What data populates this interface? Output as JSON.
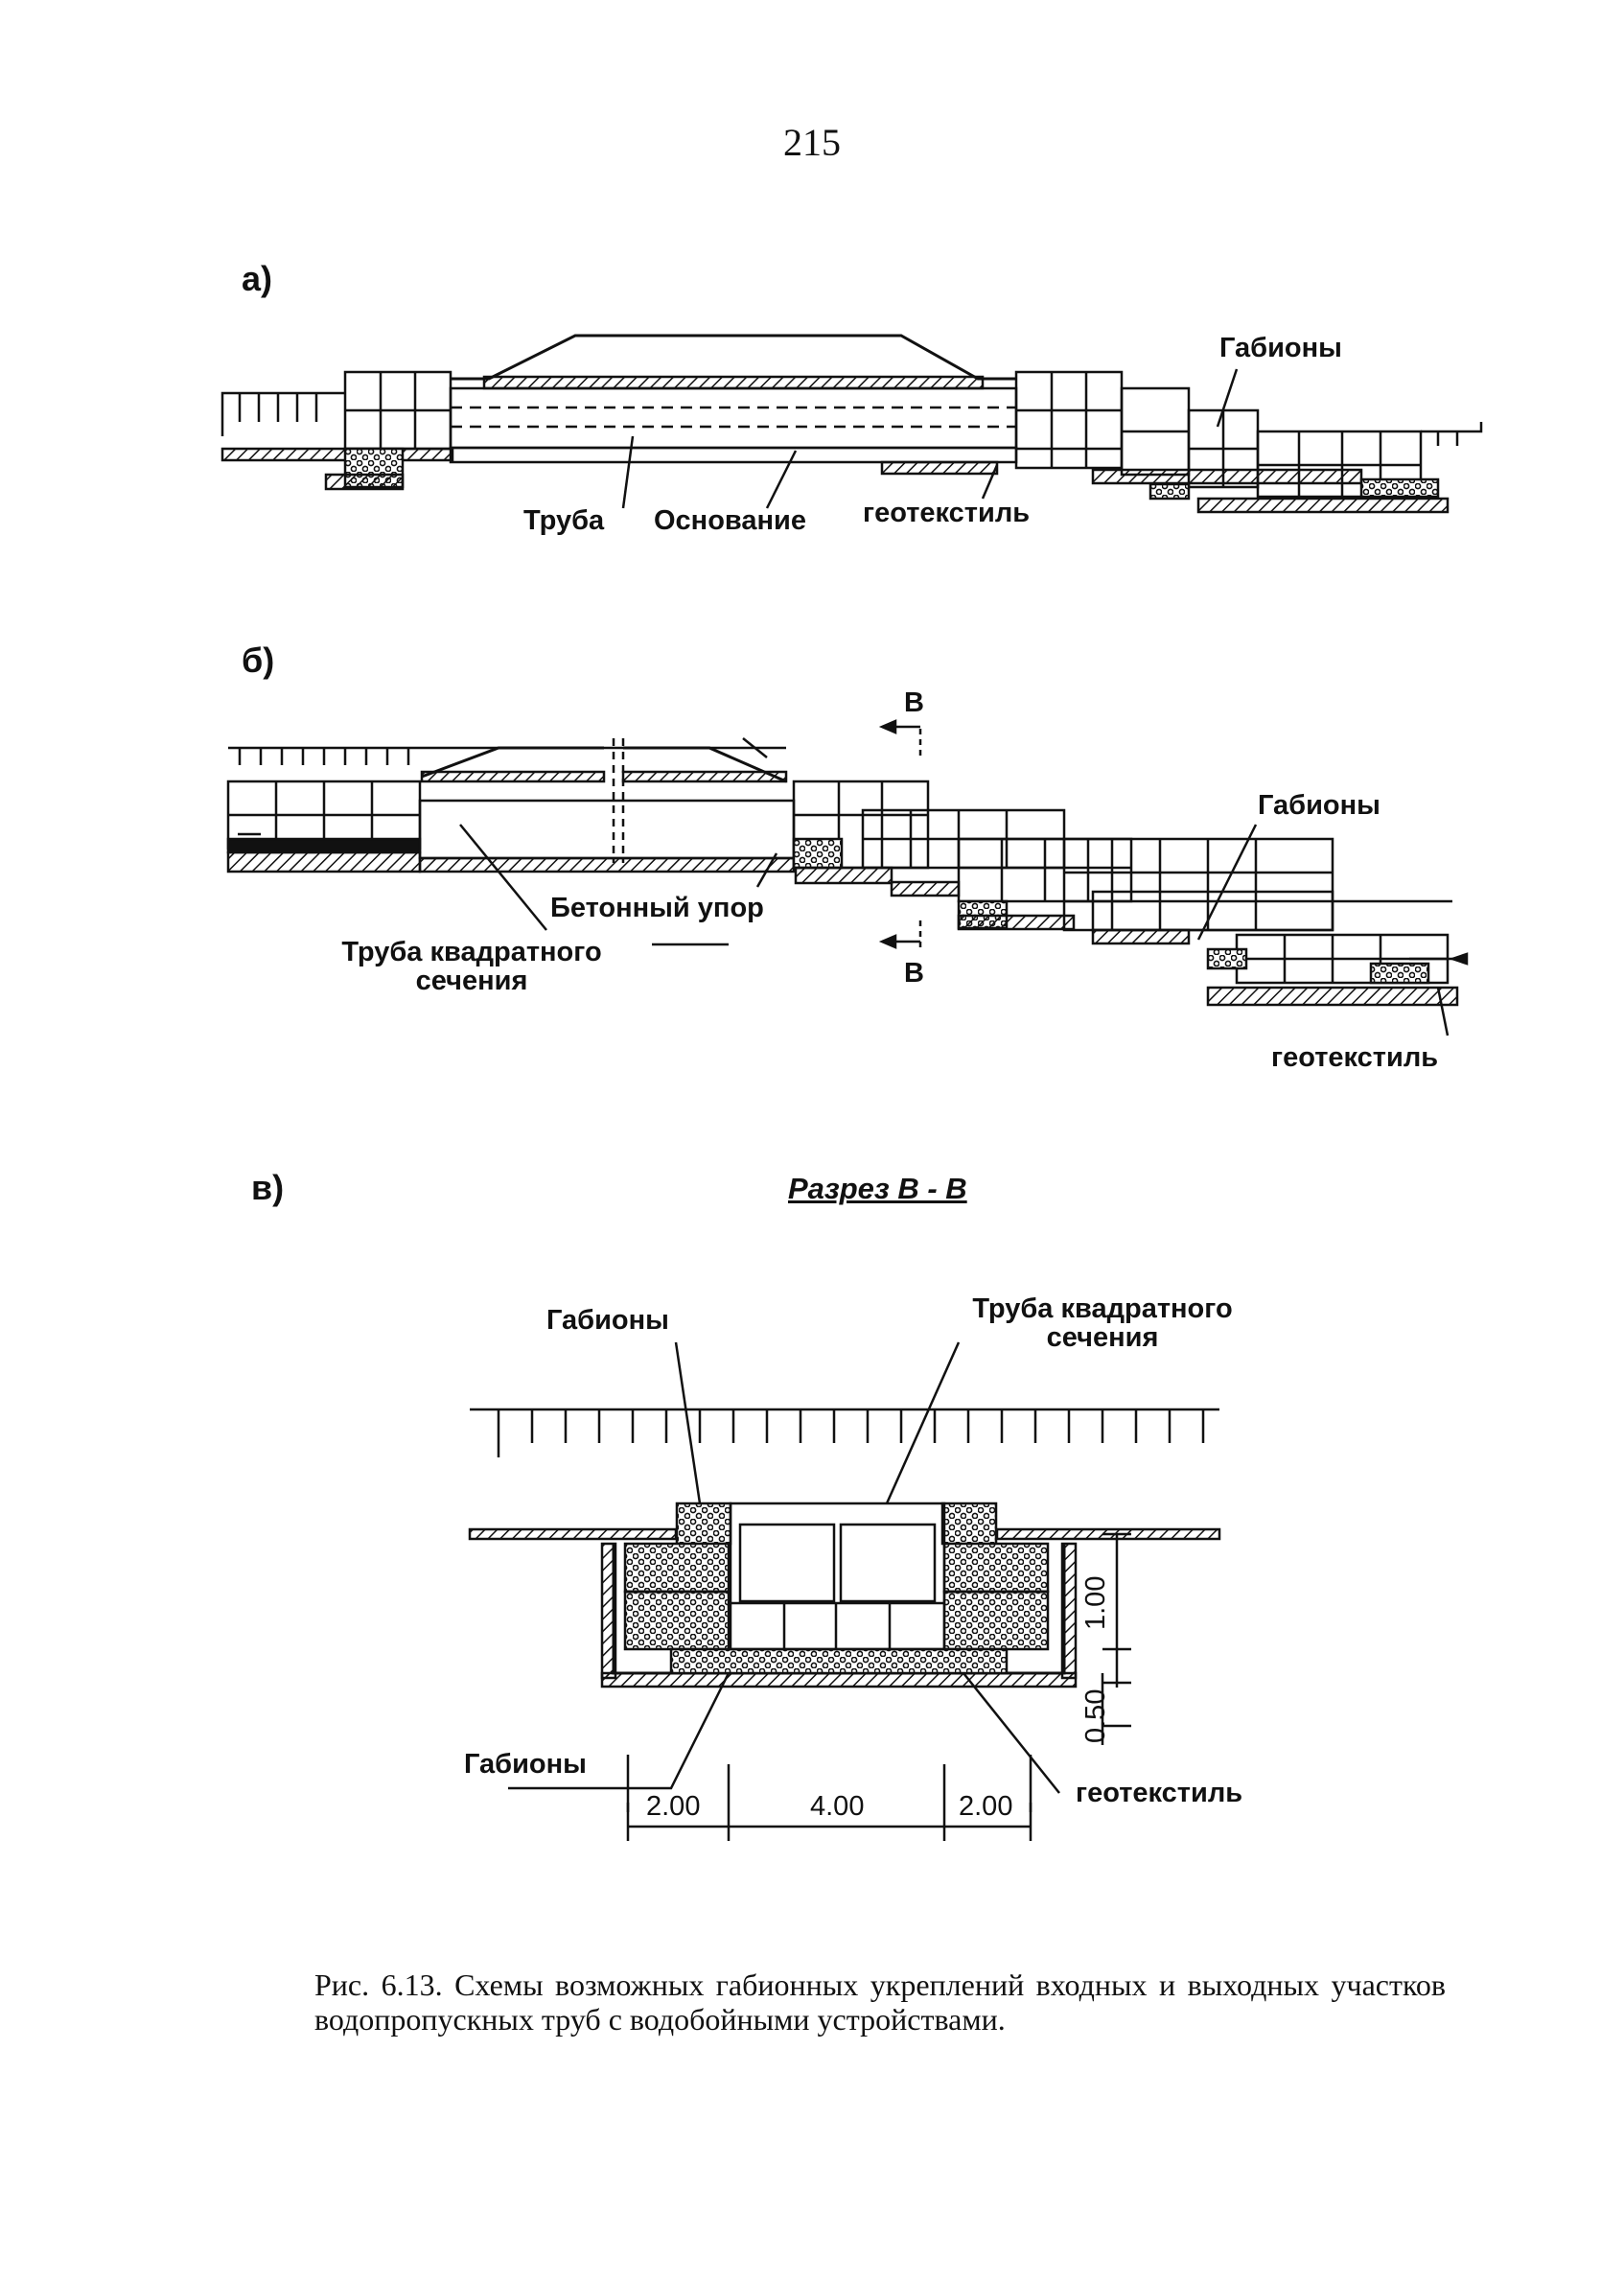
{
  "page_number": "215",
  "panels": {
    "a": {
      "letter": "а)",
      "label_gabions": "Габионы",
      "label_pipe": "Труба",
      "label_base": "Основание",
      "label_geotextile": "геотекстиль"
    },
    "b": {
      "letter": "б)",
      "label_gabions": "Габионы",
      "label_concrete_stop": "Бетонный упор",
      "label_square_pipe_line1": "Труба квадратного",
      "label_square_pipe_line2": "сечения",
      "label_geotextile": "геотекстиль",
      "section_mark_top": "В",
      "section_mark_bottom": "В"
    },
    "c": {
      "letter": "в)",
      "section_title": "Разрез В - В",
      "label_gabions_top": "Габионы",
      "label_square_pipe_line1": "Труба квадратного",
      "label_square_pipe_line2": "сечения",
      "label_gabions_bottom": "Габионы",
      "label_geotextile": "геотекстиль",
      "dim_left": "2.00",
      "dim_middle": "4.00",
      "dim_right": "2.00",
      "dim_height_upper": "1.00",
      "dim_height_lower": "0.50"
    }
  },
  "caption": "Рис. 6.13. Схемы возможных габионных укреплений входных и выходных участков водопропускных труб с водобойными устройствами."
}
